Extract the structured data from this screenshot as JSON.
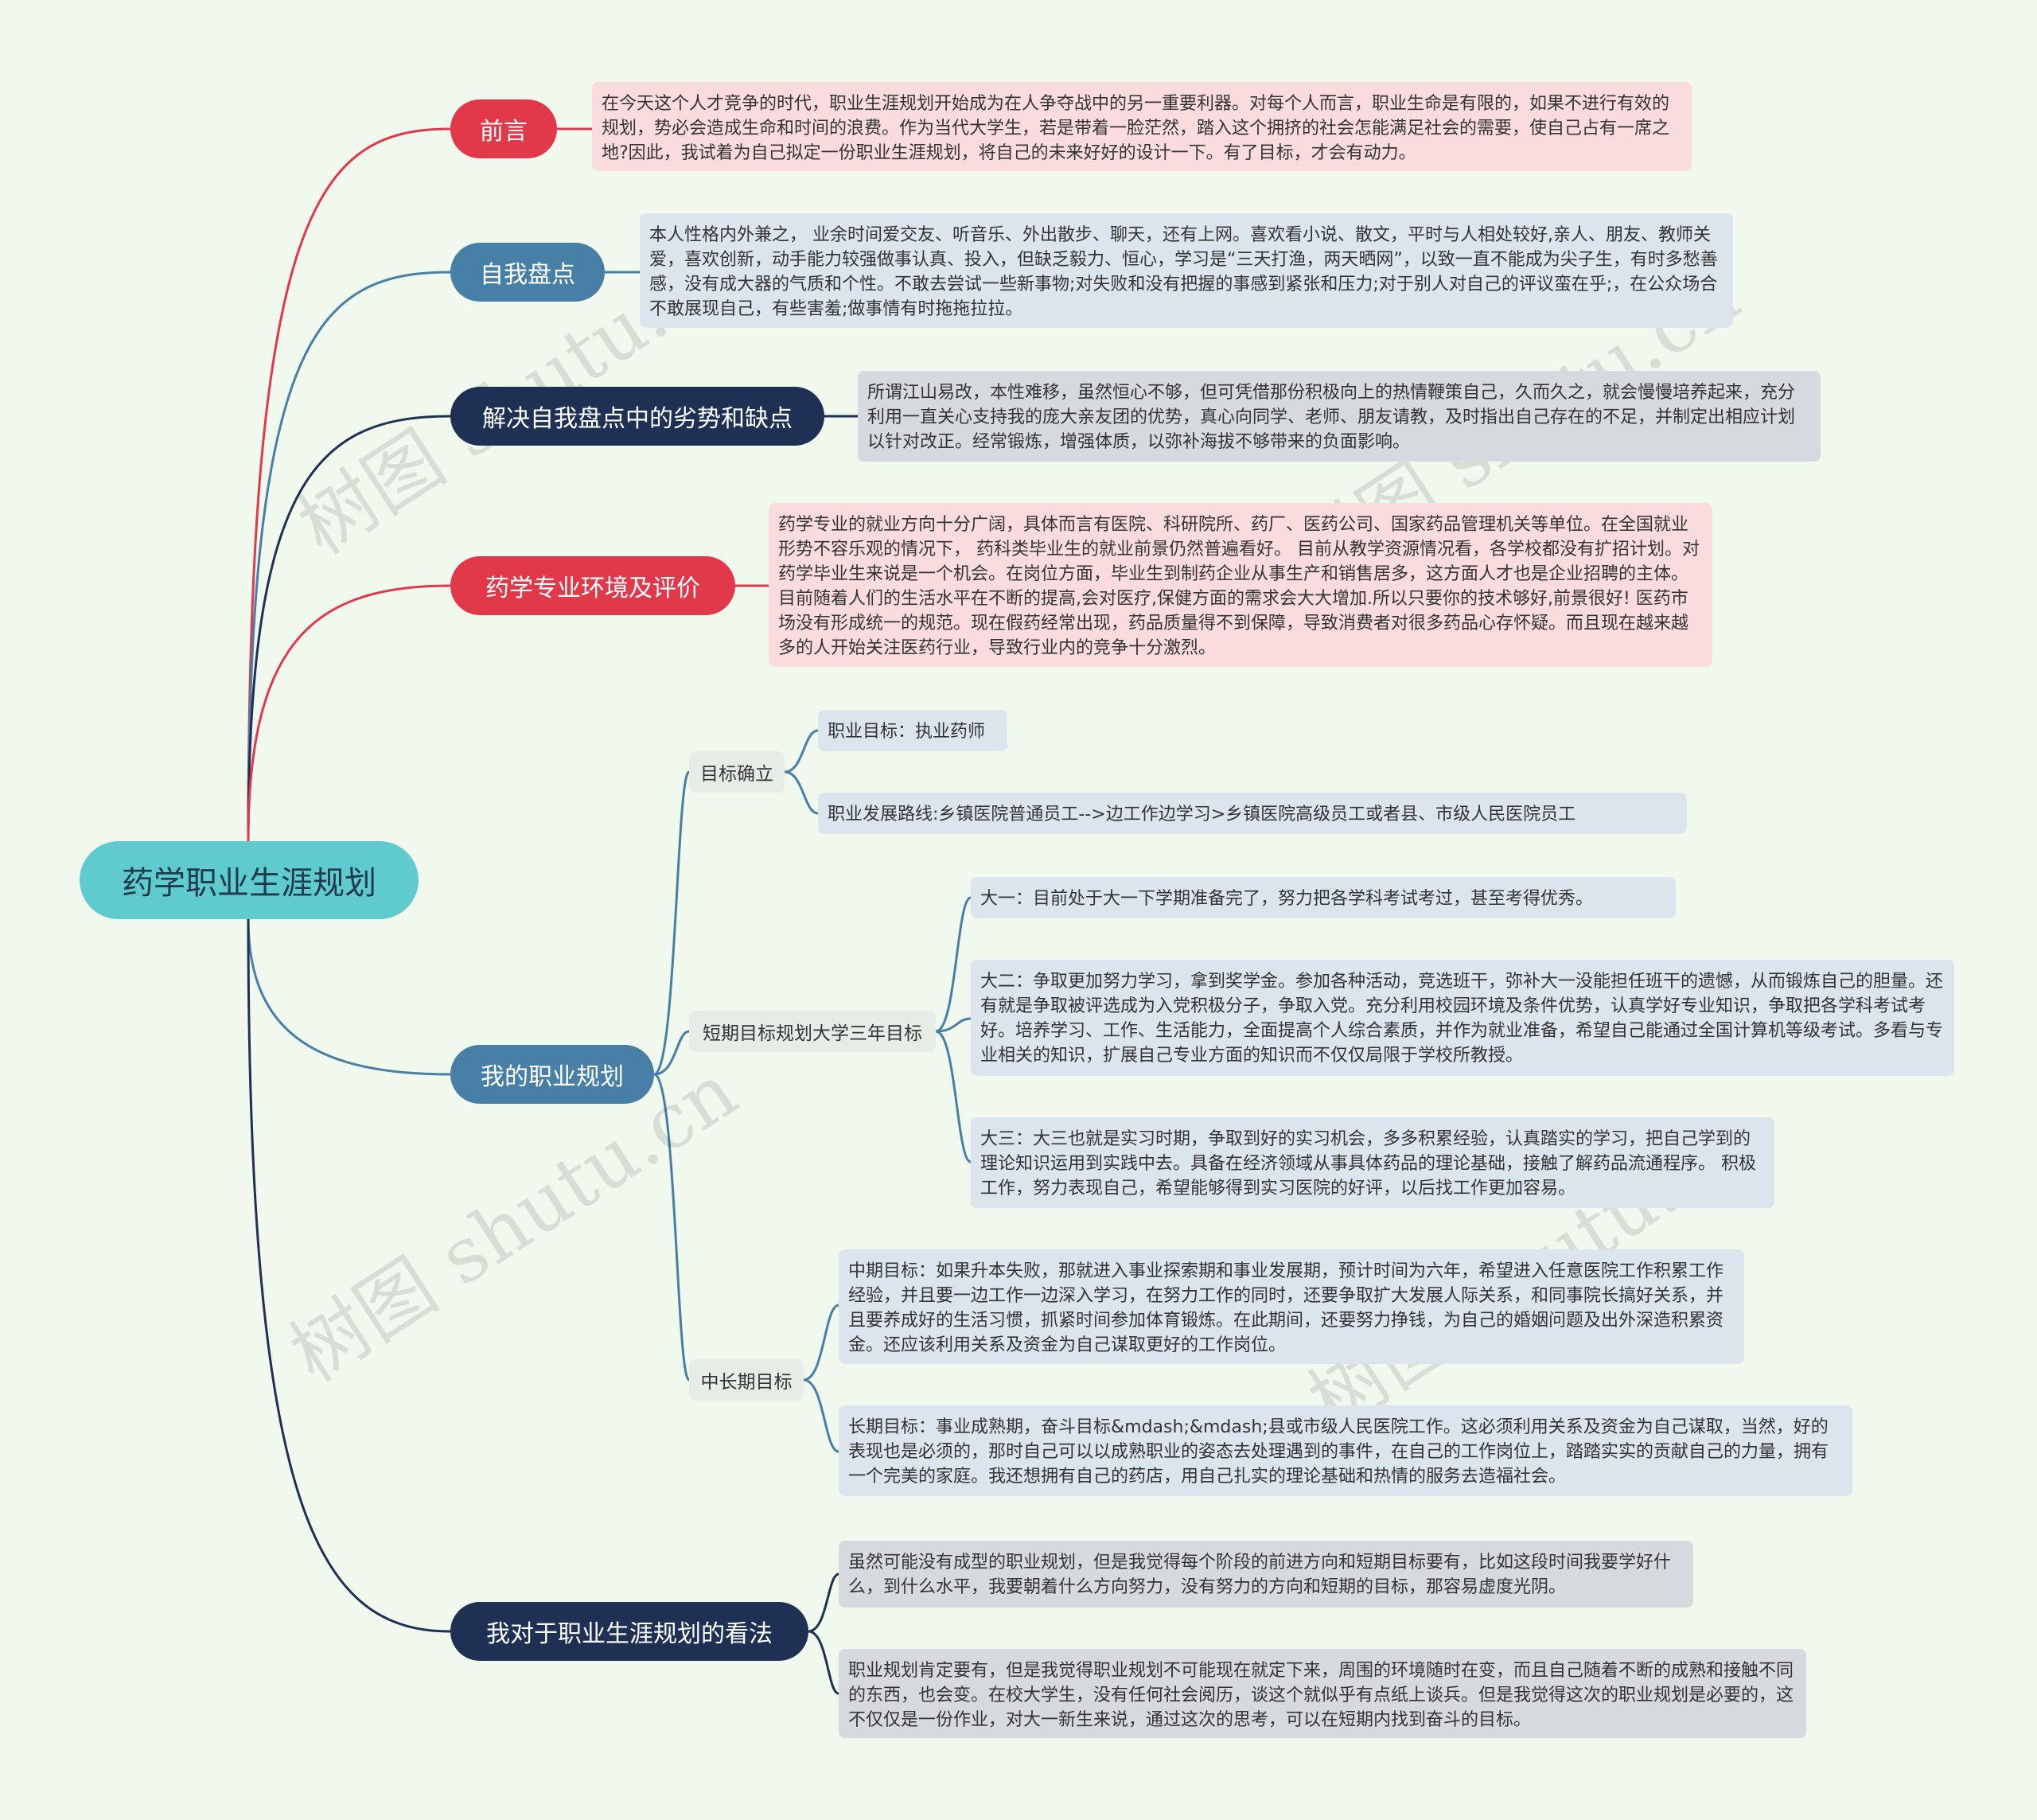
{
  "root": {
    "label": "药学职业生涯规划"
  },
  "watermark": "树图 shutu.cn",
  "branches": {
    "preface": {
      "label": "前言",
      "text": "在今天这个人才竞争的时代，职业生涯规划开始成为在人争夺战中的另一重要利器。对每个人而言，职业生命是有限的，如果不进行有效的规划，势必会造成生命和时间的浪费。作为当代大学生，若是带着一脸茫然，踏入这个拥挤的社会怎能满足社会的需要，使自己占有一席之地?因此，我试着为自己拟定一份职业生涯规划，将自己的未来好好的设计一下。有了目标，才会有动力。"
    },
    "self_review": {
      "label": "自我盘点",
      "text": "本人性格内外兼之， 业余时间爱交友、听音乐、外出散步、聊天，还有上网。喜欢看小说、散文，平时与人相处较好,亲人、朋友、教师关爱，喜欢创新，动手能力较强做事认真、投入，但缺乏毅力、恒心，学习是“三天打渔，两天晒网”，以致一直不能成为尖子生，有时多愁善感，没有成大器的气质和个性。不敢去尝试一些新事物;对失败和没有把握的事感到紧张和压力;对于别人对自己的评议蛮在乎;，在公众场合不敢展现自己，有些害羞;做事情有时拖拖拉拉。"
    },
    "weakness": {
      "label": "解决自我盘点中的劣势和缺点",
      "text": "所谓江山易改，本性难移，虽然恒心不够，但可凭借那份积极向上的热情鞭策自己，久而久之，就会慢慢培养起来，充分利用一直关心支持我的庞大亲友团的优势，真心向同学、老师、朋友请教，及时指出自己存在的不足，并制定出相应计划以针对改正。经常锻炼，增强体质，以弥补海拔不够带来的负面影响。"
    },
    "environment": {
      "label": "药学专业环境及评价",
      "text": "药学专业的就业方向十分广阔，具体而言有医院、科研院所、药厂、医药公司、国家药品管理机关等单位。在全国就业形势不容乐观的情况下， 药科类毕业生的就业前景仍然普遍看好。 目前从教学资源情况看，各学校都没有扩招计划。对药学毕业生来说是一个机会。在岗位方面，毕业生到制药企业从事生产和销售居多，这方面人才也是企业招聘的主体。目前随着人们的生活水平在不断的提高,会对医疗,保健方面的需求会大大增加.所以只要你的技术够好,前景很好! 医药市场没有形成统一的规范。现在假药经常出现，药品质量得不到保障，导致消费者对很多药品心存怀疑。而且现在越来越多的人开始关注医药行业，导致行业内的竞争十分激烈。"
    },
    "plan": {
      "label": "我的职业规划",
      "goal": {
        "label": "目标确立",
        "items": [
          "职业目标：执业药师",
          "职业发展路线:乡镇医院普通员工-->边工作边学习>乡镇医院高级员工或者县、市级人民医院员工"
        ]
      },
      "short_term": {
        "label": "短期目标规划大学三年目标",
        "items": [
          "大一：目前处于大一下学期准备完了，努力把各学科考试考过，甚至考得优秀。",
          "大二：争取更加努力学习，拿到奖学金。参加各种活动，竞选班干，弥补大一没能担任班干的遗憾，从而锻炼自己的胆量。还有就是争取被评选成为入党积极分子，争取入党。充分利用校园环境及条件优势，认真学好专业知识，争取把各学科考试考好。培养学习、工作、生活能力，全面提高个人综合素质，并作为就业准备，希望自己能通过全国计算机等级考试。多看与专业相关的知识，扩展自己专业方面的知识而不仅仅局限于学校所教授。",
          "   大三：大三也就是实习时期，争取到好的实习机会，多多积累经验，认真踏实的学习，把自己学到的理论知识运用到实践中去。具备在经济领域从事具体药品的理论基础，接触了解药品流通程序。 积极工作，努力表现自己，希望能够得到实习医院的好评，以后找工作更加容易。"
        ]
      },
      "long_term": {
        "label": "中长期目标",
        "items": [
          "中期目标：如果升本失败，那就进入事业探索期和事业发展期，预计时间为六年，希望进入任意医院工作积累工作经验，并且要一边工作一边深入学习，在努力工作的同时，还要争取扩大发展人际关系，和同事院长搞好关系，并且要养成好的生活习惯，抓紧时间参加体育锻炼。在此期间，还要努力挣钱，为自己的婚姻问题及出外深造积累资金。还应该利用关系及资金为自己谋取更好的工作岗位。",
          "长期目标：事业成熟期，奋斗目标&mdash;&mdash;县或市级人民医院工作。这必须利用关系及资金为自己谋取，当然，好的表现也是必须的，那时自己可以以成熟职业的姿态去处理遇到的事件，在自己的工作岗位上，踏踏实实的贡献自己的力量，拥有一个完美的家庭。我还想拥有自己的药店，用自己扎实的理论基础和热情的服务去造福社会。"
        ]
      }
    },
    "view": {
      "label": "我对于职业生涯规划的看法",
      "items": [
        "虽然可能没有成型的职业规划，但是我觉得每个阶段的前进方向和短期目标要有，比如这段时间我要学好什么，到什么水平，我要朝着什么方向努力，没有努力的方向和短期的目标，那容易虚度光阴。",
        "职业规划肯定要有，但是我觉得职业规划不可能现在就定下来，周围的环境随时在变，而且自己随着不断的成熟和接触不同的东西，也会变。在校大学生，没有任何社会阅历，谈这个就似乎有点纸上谈兵。但是我觉得这次的职业规划是必要的，这不仅仅是一份作业，对大一新生来说，通过这次的思考，可以在短期内找到奋斗的目标。"
      ]
    }
  },
  "colors": {
    "red": "#e2394a",
    "steel": "#477fa6",
    "navy": "#1e3154",
    "root": "#60cbcf",
    "background": "#f1f8ee"
  }
}
